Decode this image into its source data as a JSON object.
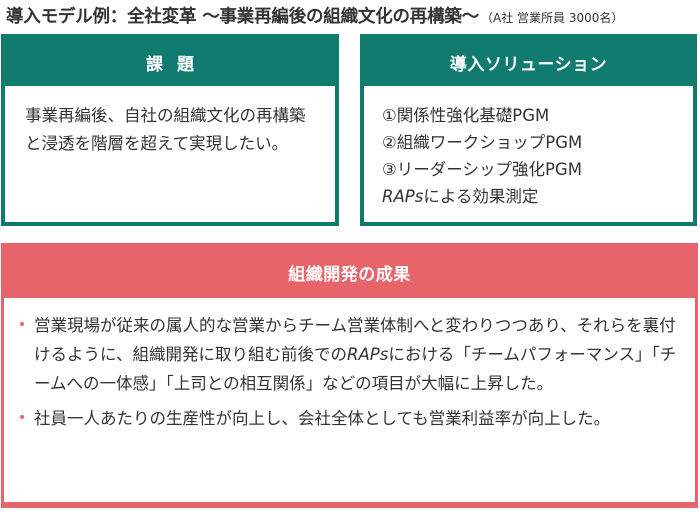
{
  "header": {
    "title": "導入モデル例：全社変革 〜事業再編後の組織文化の再構築〜",
    "note": "（A社 営業所員 3000名）"
  },
  "left_card": {
    "heading": "課題",
    "body": "事業再編後、自社の組織文化の再構築と浸透を階層を超えて実現したい。"
  },
  "right_card": {
    "heading": "導入ソリューション",
    "items": [
      "①関係性強化基礎PGM",
      "②組織ワークショップPGM",
      "③リーダーシップ強化PGM"
    ],
    "rap_term": "RAPs",
    "rap_rest": "による効果測定"
  },
  "result": {
    "heading": "組織開発の成果",
    "bullet_symbol": "•",
    "bullet1": {
      "before": "営業現場が従来の属人的な営業からチーム営業体制へと変わりつつあり、それらを裏付けるように、組織開発に取り組む前後での",
      "term": "RAPs",
      "after": "における「チームパフォーマンス」「チームへの一体感」「上司との相互関係」などの項目が大幅に上昇した。"
    },
    "bullet2": "社員一人あたりの生産性が向上し、会社全体としても営業利益率が向上した。"
  },
  "colors": {
    "teal": "#107b6e",
    "coral": "#e6646a",
    "text": "#333333"
  }
}
